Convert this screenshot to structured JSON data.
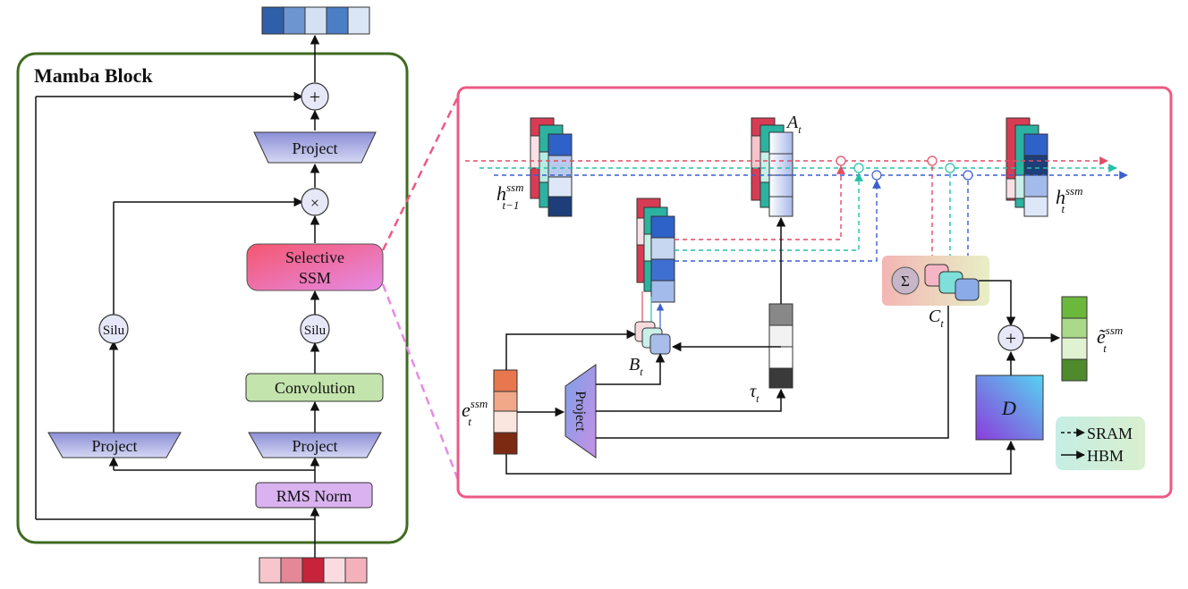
{
  "mamba_block": {
    "title": "Mamba Block",
    "project_out": "Project",
    "selective_ssm_line1": "Selective",
    "selective_ssm_line2": "SSM",
    "silu": "Silu",
    "convolution": "Convolution",
    "project_in": "Project",
    "rms_norm": "RMS Norm",
    "plus_symbol": "+",
    "times_symbol": "×"
  },
  "ssm_detail": {
    "h_prev": {
      "base": "h",
      "sup": "ssm",
      "sub": "t−1"
    },
    "h_t": {
      "base": "h",
      "sup": "ssm",
      "sub": "t"
    },
    "A_t": {
      "base": "A",
      "sub": "t"
    },
    "B_t": {
      "base": "B",
      "sub": "t"
    },
    "C_t": {
      "base": "C",
      "sub": "t"
    },
    "tau_t": {
      "base": "τ",
      "sub": "t"
    },
    "e_t": {
      "base": "e",
      "sup": "ssm",
      "sub": "t"
    },
    "e_out": {
      "base": "ẽ",
      "sup": "ssm",
      "sub": "t"
    },
    "project": "Project",
    "D": "D",
    "sigma": "Σ",
    "plus_symbol": "+"
  },
  "legend": {
    "sram": "SRAM",
    "hbm": "HBM"
  },
  "colors": {
    "block_border": "#3f6b21",
    "detail_border": "#ec5a85",
    "project_fill": "#b5b7e3",
    "conv_fill": "#c3e4ac",
    "rms_fill": "#d9b2ef",
    "circle_fill": "#e6e8f8",
    "red_line": "#e44c63",
    "teal_line": "#26c0a6",
    "blue_line": "#3a5fd0"
  }
}
